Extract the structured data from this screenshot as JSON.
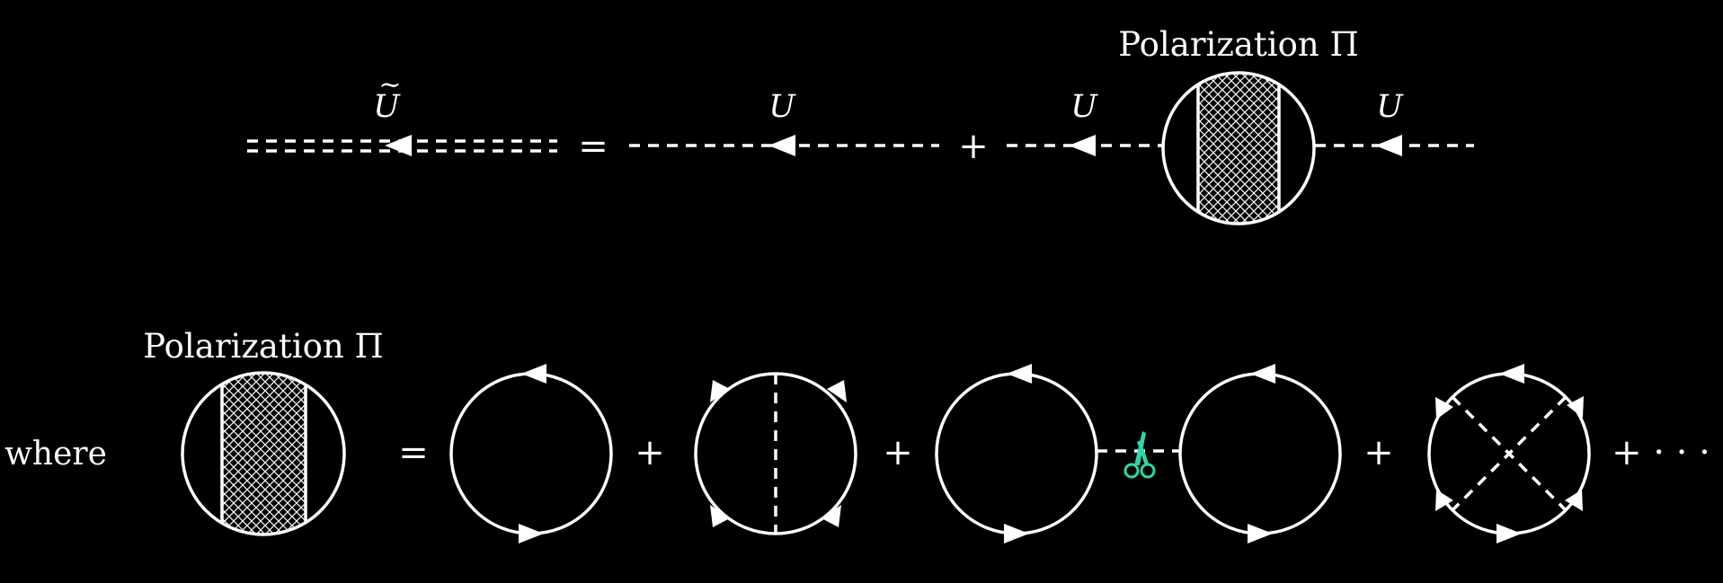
{
  "row1": {
    "lhs_label_base": "U",
    "lhs_label_tilde": "~",
    "term1_label": "U",
    "term2_left_label": "U",
    "term2_right_label": "U",
    "polarization_label": "Polarization Π",
    "equals": "=",
    "plus": "+"
  },
  "row2": {
    "where_label": "where",
    "polarization_label": "Polarization Π",
    "equals": "=",
    "plus": "+",
    "ellipsis": "+ · · ·",
    "scissors_icon": "scissors-icon",
    "scissors_color": "#2fd6a8"
  },
  "colors": {
    "background": "#000000",
    "lines": "#ffffff",
    "accent": "#2fd6a8"
  }
}
